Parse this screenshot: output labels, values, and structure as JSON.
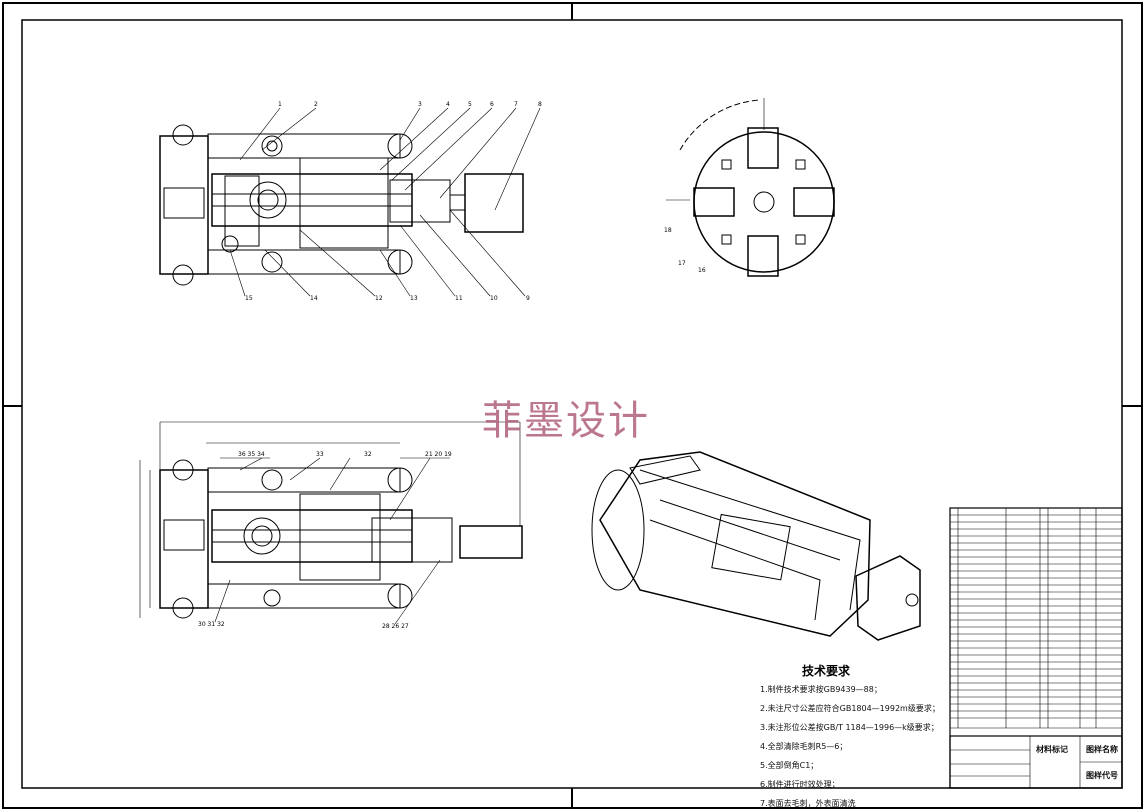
{
  "watermark": "菲墨设计",
  "technical_requirements": {
    "title": "技术要求",
    "items": [
      "1.制件技术要求按GB9439—88；",
      "2.未注尺寸公差应符合GB1804—1992m级要求；",
      "3.未注形位公差按GB/T 1184—1996—k级要求；",
      "4.全部清除毛刺R5—6；",
      "5.全部倒角C1；",
      "6.制件进行时效处理；",
      "7.表面去毛刺，外表面清洗"
    ]
  },
  "title_block": {
    "material_label": "材料标记",
    "drawing_name_label": "图样名称",
    "drawing_code_label": "图样代号"
  },
  "callouts": {
    "top_view": [
      "1",
      "2",
      "3",
      "4",
      "5",
      "6",
      "7",
      "8",
      "9",
      "10",
      "11",
      "12",
      "13",
      "14",
      "15"
    ],
    "end_view": [
      "16",
      "17",
      "18"
    ]
  },
  "dimensions": {
    "d1": "36 35 34",
    "d2": "33",
    "d3": "32",
    "d4": "21 20 19",
    "d5": "30 31 32",
    "d6": "28 26 27"
  }
}
